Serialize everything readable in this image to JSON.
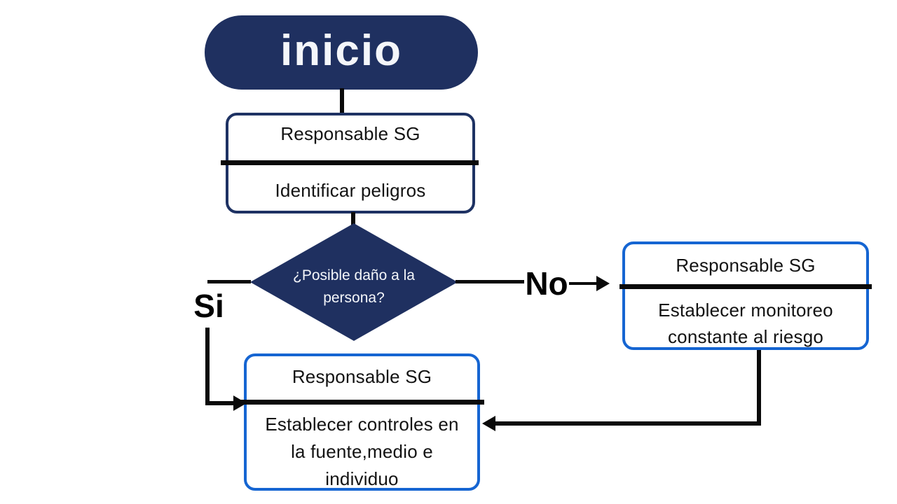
{
  "colors": {
    "navy": "#1f3060",
    "navy_border": "#1e3263",
    "blue": "#1565d2",
    "line": "#0a0a0a",
    "text_dark": "#131313",
    "text_light": "#f4f6fa",
    "background": "#ffffff"
  },
  "nodes": {
    "start": {
      "label": "inicio"
    },
    "identify": {
      "role": "Responsable SG",
      "action": "Identificar peligros"
    },
    "decision": {
      "question_line1": "¿Posible daño a la",
      "question_line2": "persona?"
    },
    "monitor": {
      "role": "Responsable SG",
      "action_line1": "Establecer monitoreo",
      "action_line2": "constante al riesgo"
    },
    "controls": {
      "role": "Responsable SG",
      "action_line1": "Establecer controles en",
      "action_line2": "la fuente,medio e",
      "action_line3": "individuo"
    }
  },
  "edges": {
    "yes_label": "Si",
    "no_label": "No"
  }
}
